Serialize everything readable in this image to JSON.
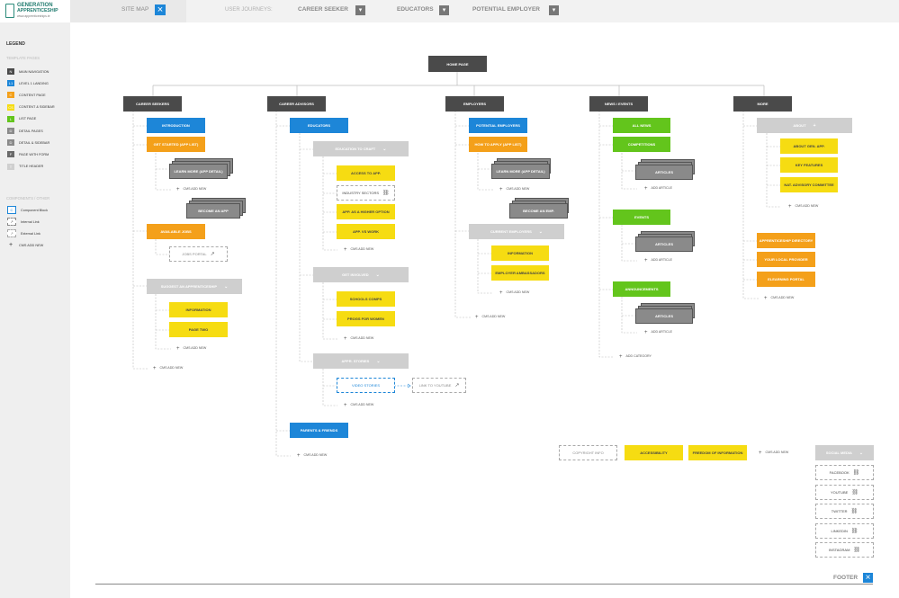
{
  "header": {
    "logo_line1": "GENERATION",
    "logo_line2": "APPRENTICESHIP",
    "logo_url": "www.apprenticeships.ie",
    "site_map": "SITE MAP",
    "user_journeys": "USER JOURNEYS:",
    "journeys": [
      "CAREER SEEKER",
      "EDUCATORS",
      "POTENTIAL EMPLOYER"
    ]
  },
  "legend": {
    "title": "LEGEND",
    "template_pages_title": "TEMPLATE PAGES",
    "templates": [
      {
        "label": "MAIN NAVIGATION",
        "color": "#4a4a4a",
        "glyph": "N"
      },
      {
        "label": "LEVEL 1 LANDING",
        "color": "#1d86d8",
        "glyph": "L1"
      },
      {
        "label": "CONTENT PAGE",
        "color": "#f4a01a",
        "glyph": "C"
      },
      {
        "label": "CONTENT & SIDEBAR",
        "color": "#f6dc12",
        "glyph": "CS"
      },
      {
        "label": "LIST PAGE",
        "color": "#63c51c",
        "glyph": "L"
      },
      {
        "label": "DETAIL PAGES",
        "color": "#8a8a8a",
        "glyph": "D"
      },
      {
        "label": "DETAIL & SIDEBAR",
        "color": "#8a8a8a",
        "glyph": "D"
      },
      {
        "label": "PAGE WITH FORM",
        "color": "#6a6a6a",
        "glyph": "F"
      },
      {
        "label": "TITLE HEADER",
        "color": "#cfcfcf",
        "glyph": "T"
      }
    ],
    "components_title": "COMPONENTS / OTHER",
    "components": [
      "Component Block",
      "Internal Link",
      "External Link",
      "CMS ADD NEW"
    ]
  },
  "diagram": {
    "home": "HOME PAGE",
    "cms_add_new": "CMS ADD NEW",
    "add_article": "ADD ARTICLE",
    "add_category": "ADD CATEGORY",
    "career_seekers": {
      "title": "CAREER SEEKERS",
      "introduction": "INTRODUCTION",
      "get_started": "GET STARTED (APP LIST)",
      "learn_more": "LEARN MORE (APP DETAIL)",
      "become": "BECOME AN APP",
      "available_jobs": "AVAILABLE JOBS",
      "jobs_portal": "JOBS PORTAL",
      "suggest": "SUGGEST AN APPRENTICESHIP",
      "information": "INFORMATION",
      "page_two": "PAGE TWO"
    },
    "career_advisors": {
      "title": "CAREER ADVISORS",
      "educators": "EDUCATORS",
      "education_to_craft": "EDUCATION TO CRAFT",
      "access": "ACCESS TO APP.",
      "industry": "INDUSTRY SECTORS",
      "higher": "APP. AS A HIGHER OPTION",
      "vs_work": "APP. VS WORK",
      "get_involved": "GET INVOLVED",
      "schools": "SCHOOLS COMPS",
      "progs_women": "PROGS FOR WOMEN",
      "app_stories": "APPR. STORIES",
      "video_stories": "VIDEO STORIES",
      "youtube": "LINK TO YOUTUBE",
      "parents": "PARENTS & FRIENDS"
    },
    "employers": {
      "title": "EMPLOYERS",
      "potential": "POTENTIAL EMPLOYERS",
      "how_to": "HOW TO APPLY (APP LIST)",
      "learn_more": "LEARN MORE (APP DETAIL)",
      "become": "BECOME AN EMP.",
      "current": "CURRENT EMPLOYERS",
      "information": "INFORMATION",
      "ambassadors": "EMPLOYER AMBASSADORS"
    },
    "news": {
      "title": "NEWS / EVENTS",
      "all_news": "ALL NEWS",
      "competitions": "COMPETITIONS",
      "events": "EVENTS",
      "announcements": "ANNOUNCEMENTS",
      "articles": "ARTICLES"
    },
    "more": {
      "title": "MORE",
      "about": "ABOUT",
      "about_gen": "ABOUT GEN. APP.",
      "key_features": "KEY FEATURES",
      "nat_advisory": "NAT. ADVISORY COMMITTEE",
      "directory": "APPRENTICESHIP DIRECTORY",
      "local_provider": "YOUR LOCAL PROVIDER",
      "elearning": "ELEARNING PORTAL"
    },
    "footer": {
      "copyright": "COPYRIGHT INFO",
      "accessibility": "ACCESSIBILITY",
      "foi": "FREEDOM OF INFORMATION",
      "social": "SOCIAL MEDIA",
      "socials": [
        "FACEBOOK",
        "YOUTUBE",
        "TWITTER",
        "LINKEDIN",
        "INSTAGRAM"
      ],
      "label": "FOOTER"
    }
  }
}
